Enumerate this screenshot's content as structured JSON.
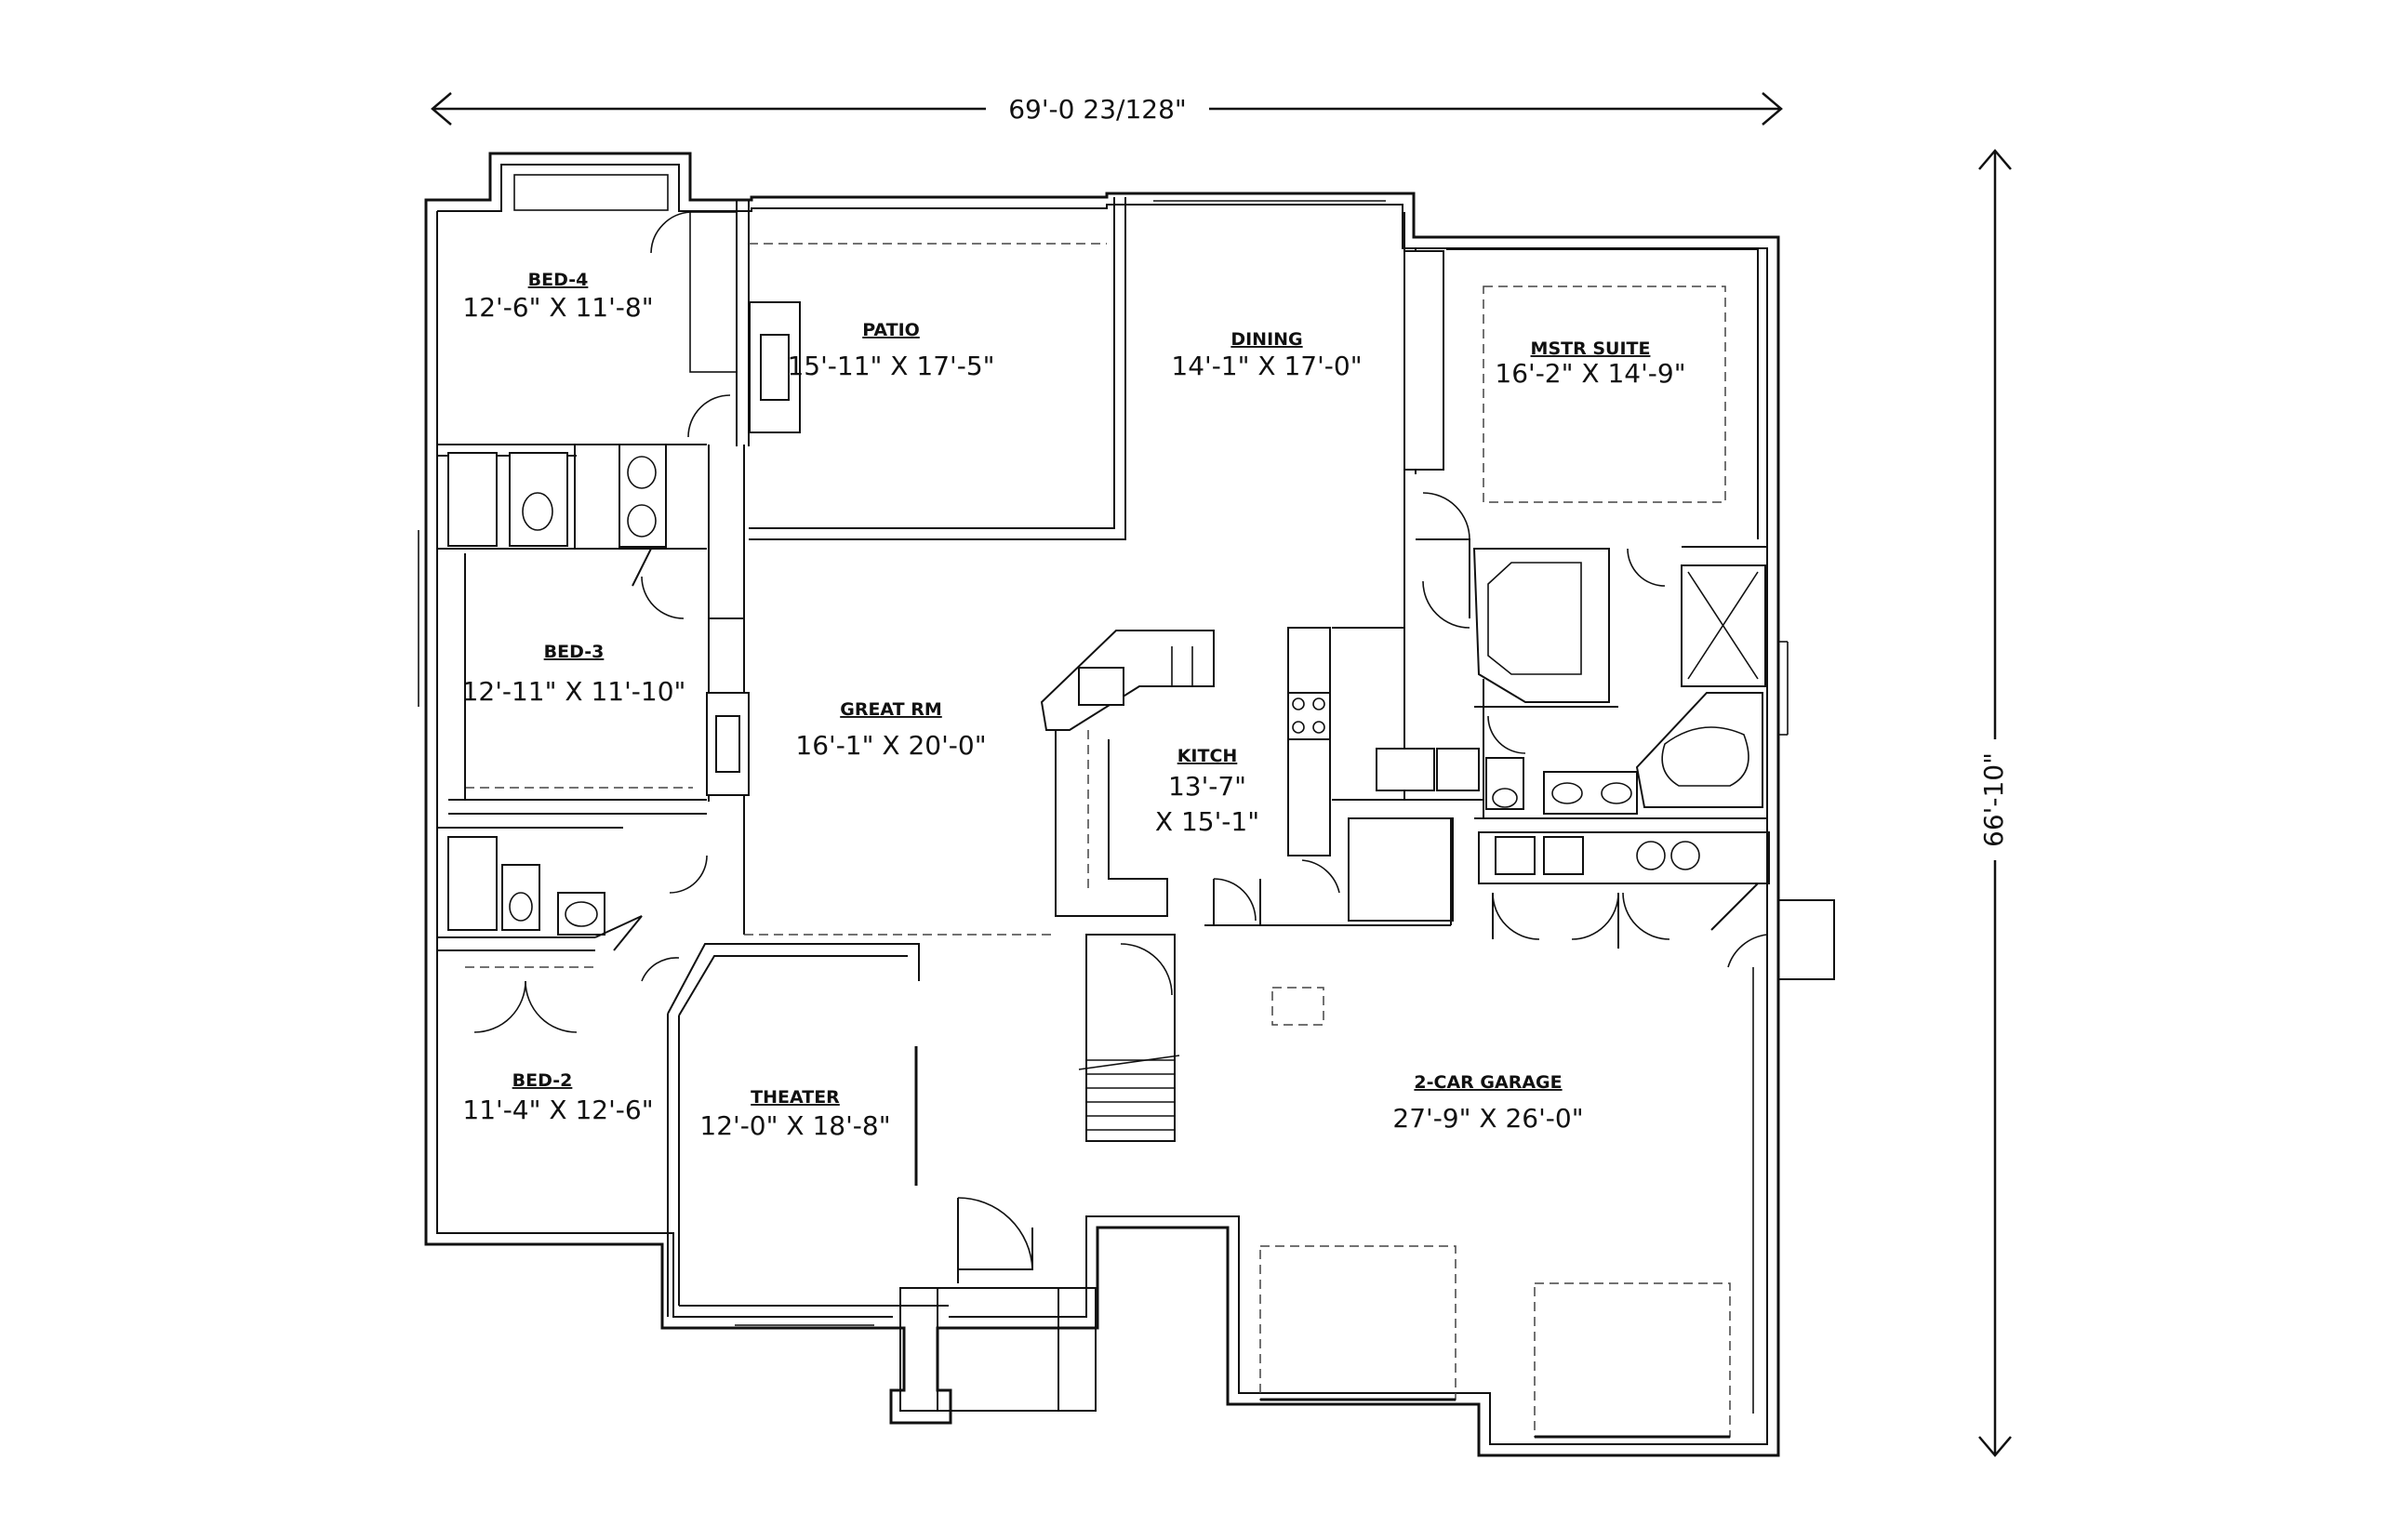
{
  "dimensions": {
    "width": "69'-0 23/128\"",
    "depth": "66'-10\""
  },
  "rooms": {
    "bed4": {
      "name": "BED-4",
      "size": "12'-6\" X 11'-8\""
    },
    "patio": {
      "name": "PATIO",
      "size": "15'-11\" X 17'-5\""
    },
    "dining": {
      "name": "DINING",
      "size": "14'-1\" X 17'-0\""
    },
    "mstr": {
      "name": "MSTR SUITE",
      "size": "16'-2\" X 14'-9\""
    },
    "bed3": {
      "name": "BED-3",
      "size": "12'-11\" X 11'-10\""
    },
    "great": {
      "name": "GREAT RM",
      "size": "16'-1\" X 20'-0\""
    },
    "kitch": {
      "name": "KITCH",
      "size1": "13'-7\"",
      "size2": "X 15'-1\""
    },
    "bed2": {
      "name": "BED-2",
      "size": "11'-4\" X 12'-6\""
    },
    "theater": {
      "name": "THEATER",
      "size": "12'-0\" X 18'-8\""
    },
    "garage": {
      "name": "2-CAR GARAGE",
      "size": "27'-9\" X 26'-0\""
    }
  }
}
